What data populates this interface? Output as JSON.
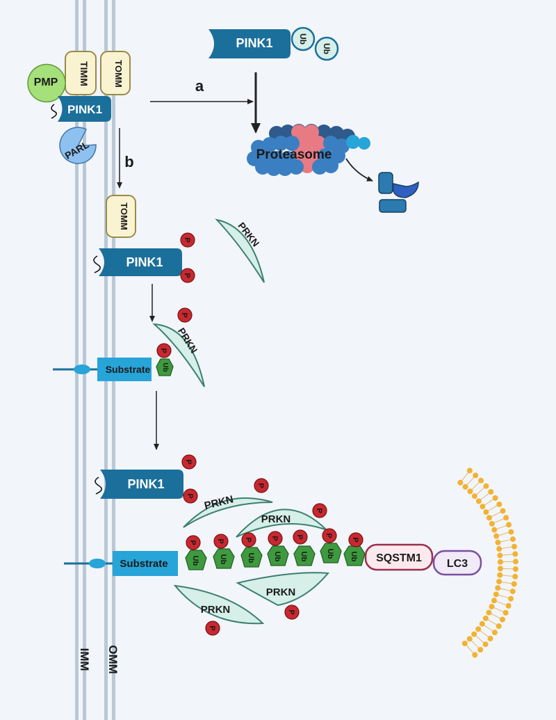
{
  "labels": {
    "pink1": "PINK1",
    "ub": "Ub",
    "timm": "TIMM",
    "tomm": "TOMM",
    "pmp": "PMP",
    "parl": "PARL",
    "proteasome": "Proteasome",
    "prkn": "PRKN",
    "p": "P",
    "substrate": "Substrate",
    "sqstm1": "SQSTM1",
    "lc3": "LC3",
    "imm": "IMM",
    "omm": "OMM",
    "arrow_a": "a",
    "arrow_b": "b"
  },
  "colors": {
    "background": "#f2f5fa",
    "pink1": "#1b6f9b",
    "membrane": "#b9c8d6",
    "tomm_fill": "#faf3d2",
    "tomm_stroke": "#9a8a47",
    "prkn_fill": "#d6efe8",
    "prkn_stroke": "#3b7f6e",
    "ub_green": "#3e9a3e",
    "phospho": "#c8282f",
    "pmp": "#a6e07a",
    "parl": "#8fc1f0",
    "sqstm1_stroke": "#9b2d4a",
    "lc3_stroke": "#7a4fa0",
    "lipid": "#f2b233"
  }
}
